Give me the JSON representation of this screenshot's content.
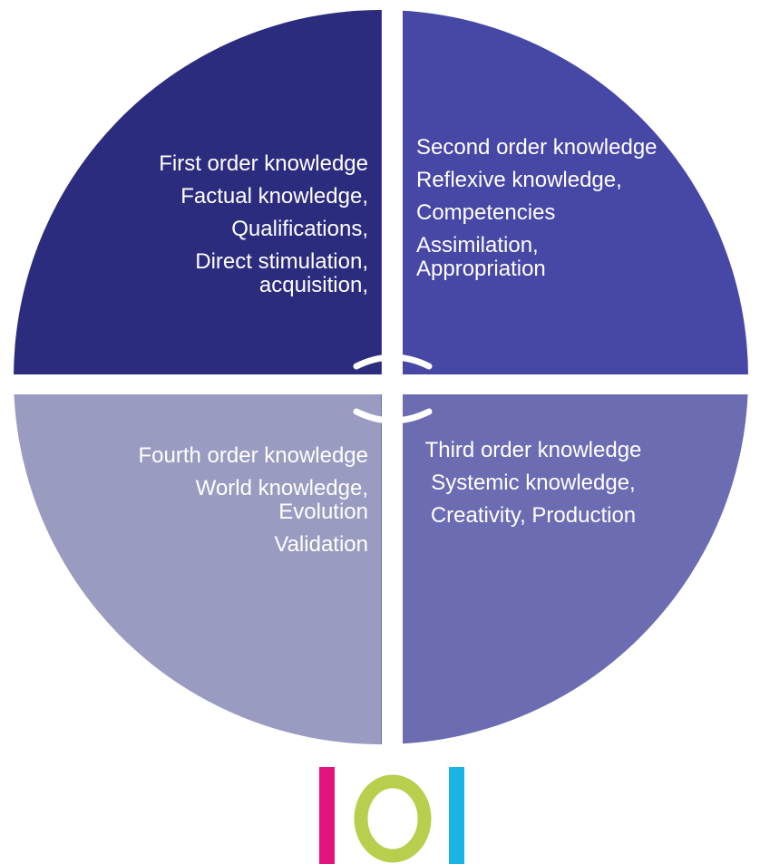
{
  "colors": {
    "q1": "#2c2c7f",
    "q2": "#4747a6",
    "q3": "#6c6cb3",
    "q4": "#9a9bc1",
    "logo_pink": "#e2157e",
    "logo_green": "#b7cf4d",
    "logo_blue": "#1bb3e6"
  },
  "quadrants": [
    {
      "id": "q1",
      "title": "First order knowledge",
      "lines": [
        "Factual knowledge,",
        "Qualifications,",
        "Direct stimulation, acquisition,"
      ]
    },
    {
      "id": "q2",
      "title": "Second order knowledge",
      "lines": [
        "Reflexive knowledge,",
        "Competencies",
        "Assimilation, Appropriation"
      ]
    },
    {
      "id": "q3",
      "title": "Third order knowledge",
      "lines": [
        "Systemic knowledge,",
        "Creativity, Production"
      ]
    },
    {
      "id": "q4",
      "title": "Fourth order knowledge",
      "lines": [
        "World knowledge, Evolution",
        "Validation"
      ]
    }
  ],
  "logo": {
    "name": "iol-logo"
  }
}
